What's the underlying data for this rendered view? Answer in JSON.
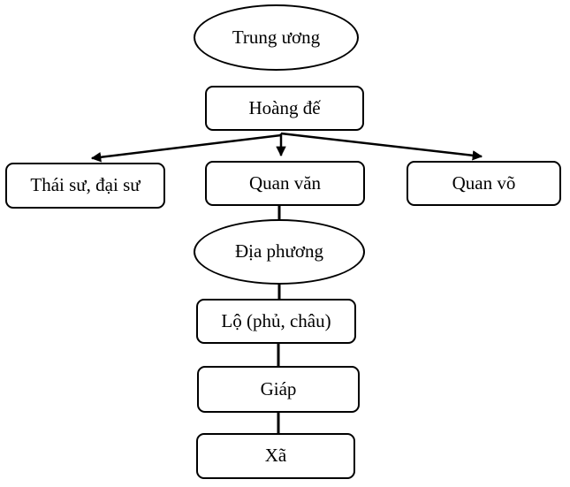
{
  "diagram": {
    "background": "#ffffff",
    "stroke_color": "#000000",
    "nodes": [
      {
        "id": "trung-uong",
        "shape": "ellipse",
        "label": "Trung ương"
      },
      {
        "id": "hoang-de",
        "shape": "rect",
        "label": "Hoàng đế"
      },
      {
        "id": "thai-su-dai-su",
        "shape": "rect",
        "label": "Thái sư, đại sư"
      },
      {
        "id": "quan-van",
        "shape": "rect",
        "label": "Quan văn"
      },
      {
        "id": "quan-vo",
        "shape": "rect",
        "label": "Quan võ"
      },
      {
        "id": "dia-phuong",
        "shape": "ellipse",
        "label": "Địa phương"
      },
      {
        "id": "lo-phu-chau",
        "shape": "rect",
        "label": "Lộ (phủ, châu)"
      },
      {
        "id": "giap",
        "shape": "rect",
        "label": "Giáp"
      },
      {
        "id": "xa",
        "shape": "rect",
        "label": "Xã"
      }
    ],
    "edges": [
      {
        "from": "hoang-de",
        "to": "thai-su-dai-su",
        "arrow": true
      },
      {
        "from": "hoang-de",
        "to": "quan-van",
        "arrow": true
      },
      {
        "from": "hoang-de",
        "to": "quan-vo",
        "arrow": true
      },
      {
        "from": "quan-van",
        "to": "dia-phuong",
        "arrow": false
      },
      {
        "from": "dia-phuong",
        "to": "lo-phu-chau",
        "arrow": false
      },
      {
        "from": "lo-phu-chau",
        "to": "giap",
        "arrow": false
      },
      {
        "from": "giap",
        "to": "xa",
        "arrow": false
      }
    ]
  }
}
